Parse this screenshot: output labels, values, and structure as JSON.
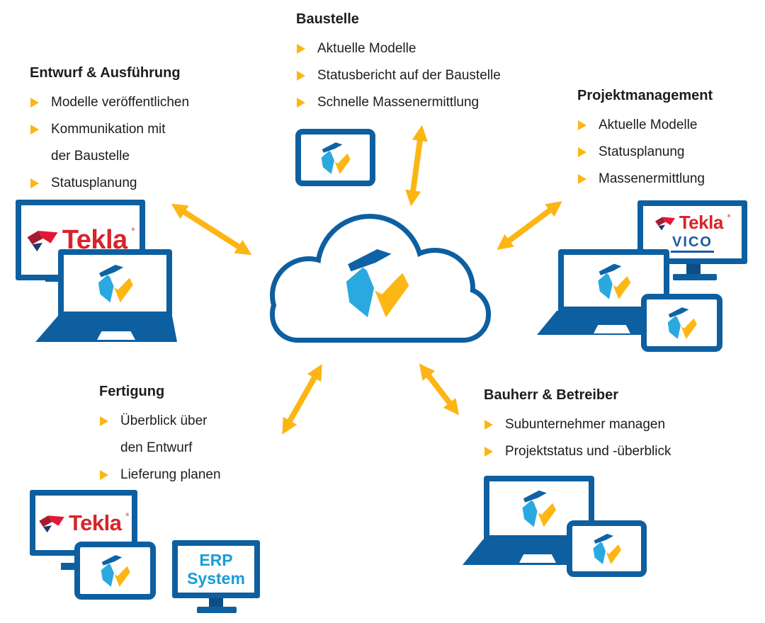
{
  "groups": {
    "baustelle": {
      "title": "Baustelle",
      "items": [
        "Aktuelle Modelle",
        "Statusbericht auf der Baustelle",
        "Schnelle Massenermittlung"
      ]
    },
    "entwurf_ausfuehrung": {
      "title": "Entwurf & Ausführung",
      "items": [
        "Modelle veröffentlichen",
        "Kommunikation mit der Baustelle",
        "Statusplanung"
      ]
    },
    "projektmanagement": {
      "title": "Projektmanagement",
      "items": [
        "Aktuelle Modelle",
        "Statusplanung",
        "Massenermittlung"
      ]
    },
    "fertigung": {
      "title": "Fertigung",
      "items": [
        "Überblick über den Entwurf",
        "Lieferung planen"
      ]
    },
    "bauherr_betreiber": {
      "title": "Bauherr & Betreiber",
      "items": [
        "Subunternehmer managen",
        "Projektstatus und -überblick"
      ]
    }
  },
  "brands": {
    "tekla": "Tekla",
    "tekla_registered": "®",
    "vico": "VICO",
    "erp_line1": "ERP",
    "erp_line2": "System"
  },
  "icons": {
    "cloud": "cloud-outline",
    "connect_logo": "trimble-connect-mark",
    "tekla_icon": "tekla-arrow-mark",
    "arrows": "double-headed-arrow",
    "bullet": "triangle-right"
  },
  "colors": {
    "device_blue": "#0e5fa0",
    "stand_dark_blue": "#0d4d86",
    "arrow_yellow": "#fcb614",
    "logo_blue": "#0e62a5",
    "logo_cyan": "#2aa9e0",
    "logo_yellow": "#fdb714",
    "tekla_red": "#d8232a",
    "tekla_dark_red": "#a51c30",
    "tekla_navy": "#1e3a6e",
    "vico_blue": "#1c5aa0",
    "erp_cyan": "#1a9cd8",
    "text": "#1d1d1b"
  }
}
